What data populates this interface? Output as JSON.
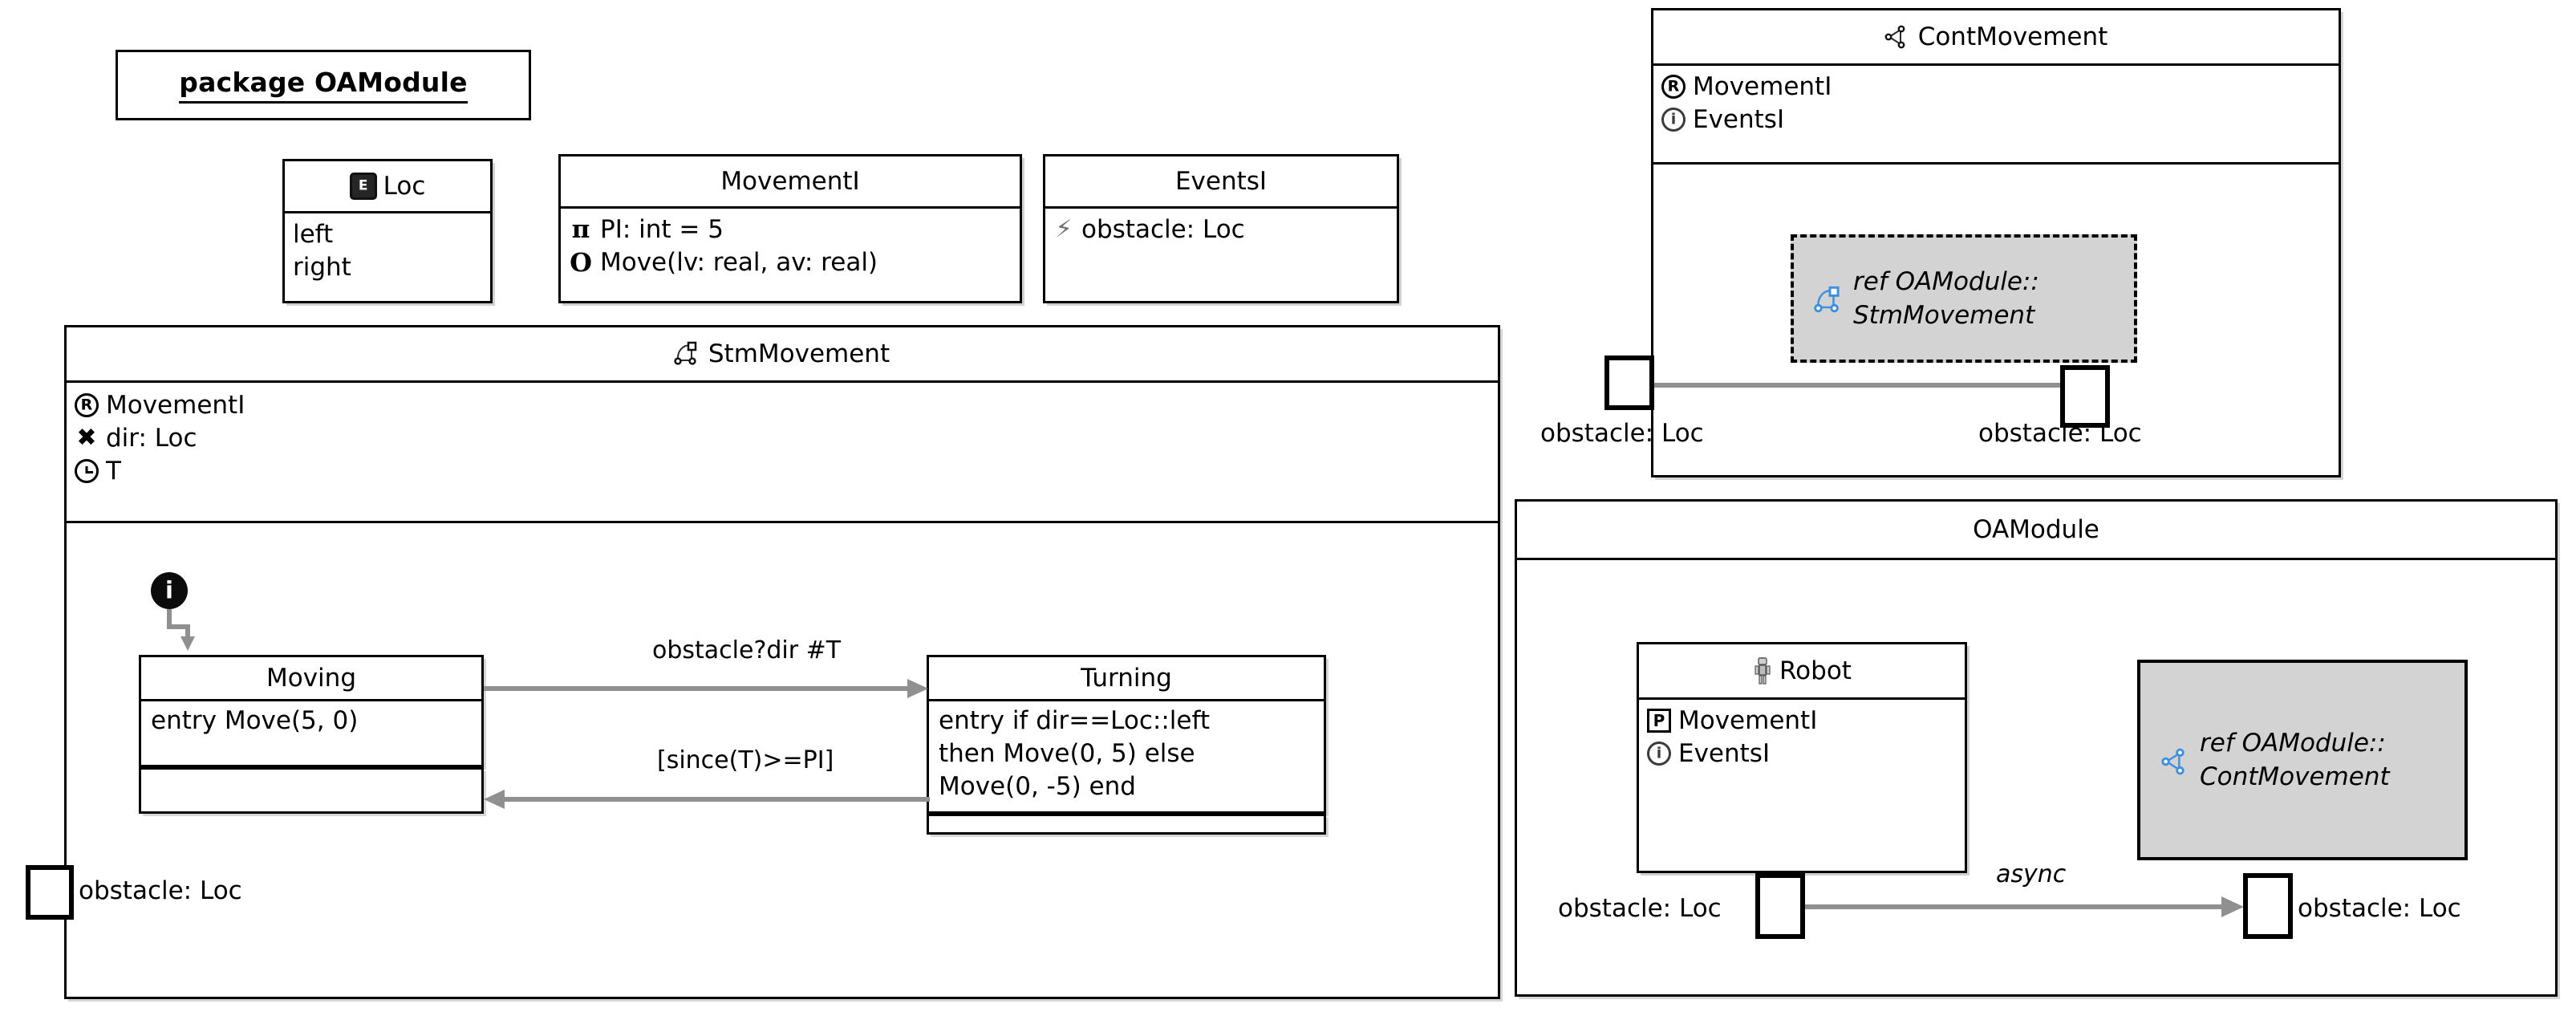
{
  "package": {
    "label": "package OAModule"
  },
  "enum_loc": {
    "title": "Loc",
    "icon": "enum-icon",
    "literals": [
      "left",
      "right"
    ]
  },
  "interface_movementi": {
    "title": "MovementI",
    "members": [
      {
        "icon": "pi-constant-icon",
        "text": "PI: int = 5"
      },
      {
        "icon": "operation-icon",
        "text": "Move(lv: real, av: real)"
      }
    ]
  },
  "interface_eventsi": {
    "title": "EventsI",
    "members": [
      {
        "icon": "event-lightning-icon",
        "text": "obstacle: Loc"
      }
    ]
  },
  "stm_movement": {
    "title": "StmMovement",
    "icon": "state-machine-icon",
    "members": [
      {
        "icon": "required-interface-icon",
        "text": "MovementI"
      },
      {
        "icon": "variable-icon",
        "text": "dir: Loc"
      },
      {
        "icon": "clock-icon",
        "text": "T"
      }
    ],
    "initial_marker": "i",
    "states": [
      {
        "name": "Moving",
        "body": [
          "entry Move(5, 0)"
        ]
      },
      {
        "name": "Turning",
        "body": [
          "entry if dir==Loc::left",
          "then Move(0, 5) else",
          "Move(0, -5) end"
        ]
      }
    ],
    "transitions": [
      {
        "label": "obstacle?dir #T",
        "from": "Moving",
        "to": "Turning"
      },
      {
        "label": "[since(T)>=PI]",
        "from": "Turning",
        "to": "Moving"
      }
    ],
    "port": {
      "label": "obstacle: Loc"
    }
  },
  "cont_movement": {
    "title": "ContMovement",
    "icon": "collaboration-icon",
    "members": [
      {
        "icon": "required-interface-icon",
        "text": "MovementI"
      },
      {
        "icon": "info-interface-icon",
        "text": "EventsI"
      }
    ],
    "ref": {
      "icon": "state-machine-ref-icon",
      "lines": [
        "ref OAModule::",
        "StmMovement"
      ]
    },
    "ports": [
      {
        "label": "obstacle: Loc"
      },
      {
        "label": "obstacle: Loc"
      }
    ]
  },
  "oa_module": {
    "title": "OAModule",
    "robot": {
      "title": "Robot",
      "icon": "robot-icon",
      "members": [
        {
          "icon": "provided-interface-icon",
          "text": "MovementI"
        },
        {
          "icon": "info-interface-icon",
          "text": "EventsI"
        }
      ]
    },
    "ref": {
      "icon": "collaboration-ref-icon",
      "lines": [
        "ref OAModule::",
        "ContMovement"
      ]
    },
    "connector_label": "async",
    "ports": [
      {
        "label": "obstacle: Loc"
      },
      {
        "label": "obstacle: Loc"
      }
    ]
  },
  "colors": {
    "ref_fill": "#d3d3d3",
    "connector": "#909090",
    "stroke": "#000000",
    "ref_icon_blue": "#3d8fe0"
  }
}
